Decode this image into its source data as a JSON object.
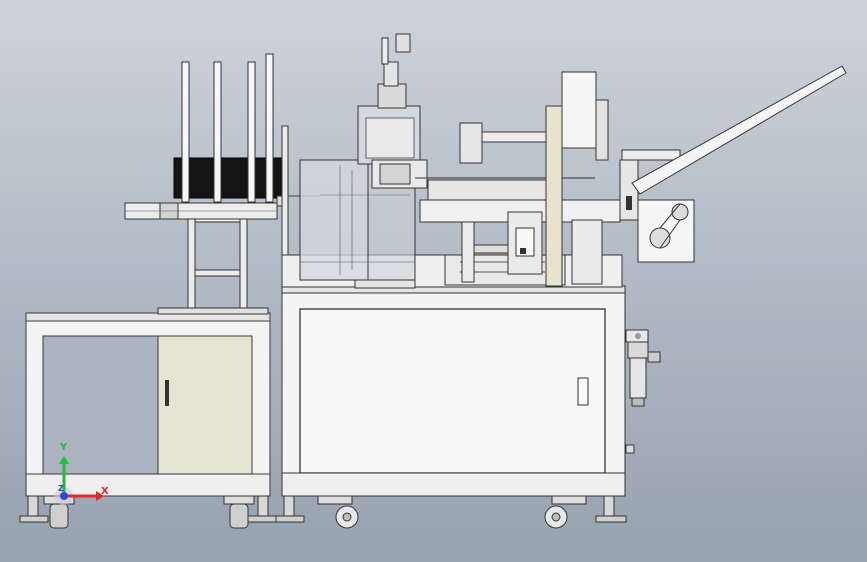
{
  "triad": {
    "x_label": "X",
    "y_label": "Y",
    "z_label": "Z",
    "x_color": "#e0282d",
    "y_color": "#1fbf3a",
    "z_color": "#2a4bd8"
  },
  "colors": {
    "frame": "#e9e9e9",
    "cabinet": "#f4f4f4",
    "panel_beige": "#e6e4d2",
    "machine_line": "#3a3a3a",
    "glass": "#c7cfd8",
    "hopper_black": "#141414"
  }
}
